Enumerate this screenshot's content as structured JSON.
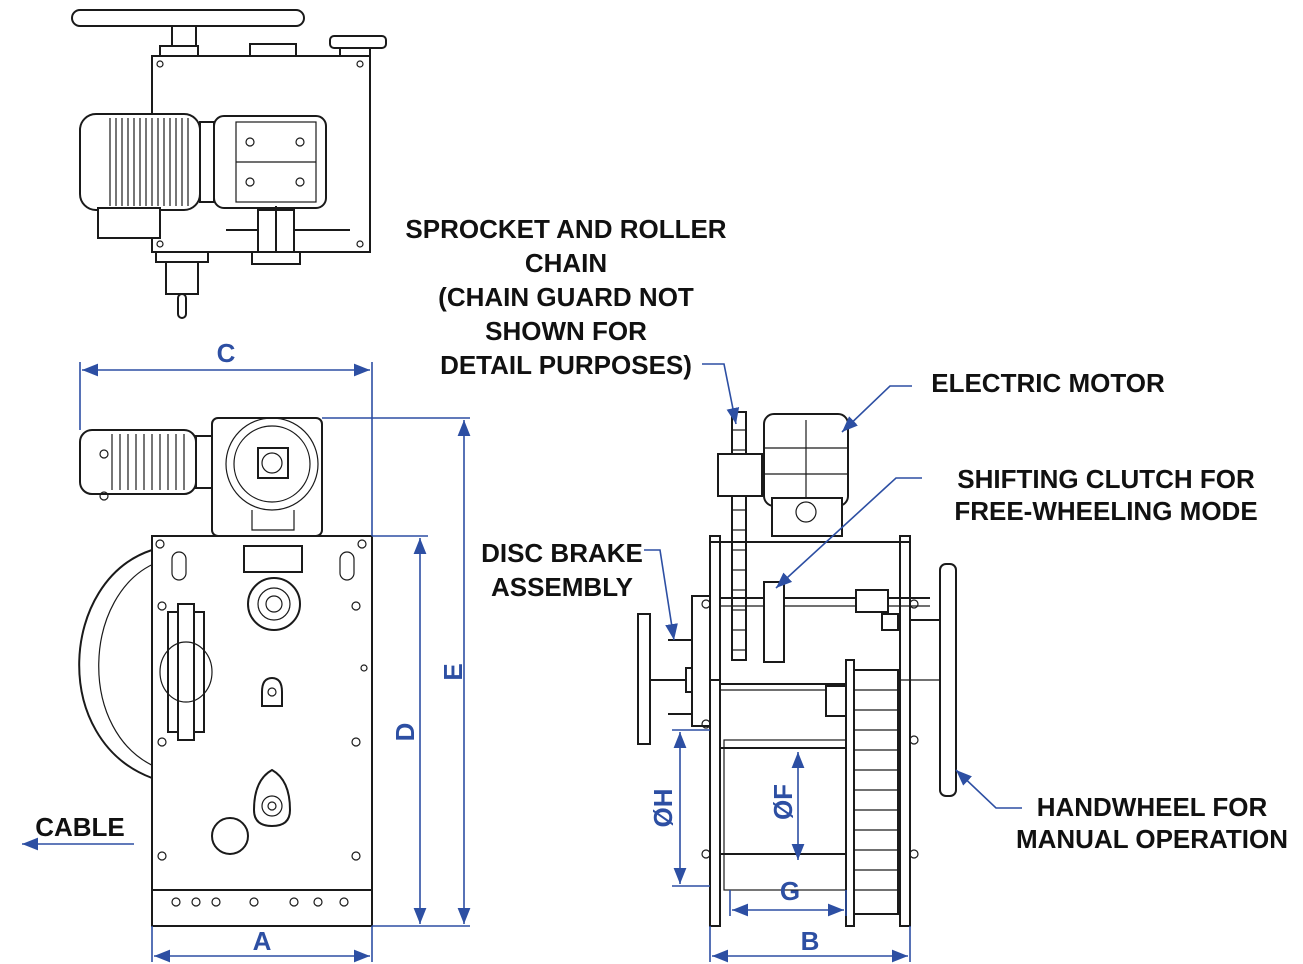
{
  "colors": {
    "line": "#1a1a1a",
    "dimension": "#2d4fa3",
    "background": "#ffffff"
  },
  "callouts": {
    "sprocket": [
      "SPROCKET AND ROLLER",
      "CHAIN",
      "(CHAIN GUARD NOT",
      "SHOWN FOR",
      "DETAIL PURPOSES)"
    ],
    "motor": [
      "ELECTRIC MOTOR"
    ],
    "clutch": [
      "SHIFTING CLUTCH FOR",
      "FREE-WHEELING MODE"
    ],
    "brake": [
      "DISC BRAKE",
      "ASSEMBLY"
    ],
    "handwheel": [
      "HANDWHEEL FOR",
      "MANUAL OPERATION"
    ],
    "cable": [
      "CABLE"
    ]
  },
  "dimensions": {
    "a": "A",
    "b": "B",
    "c": "C",
    "d": "D",
    "e": "E",
    "f": "ØF",
    "g": "G",
    "h": "ØH"
  }
}
